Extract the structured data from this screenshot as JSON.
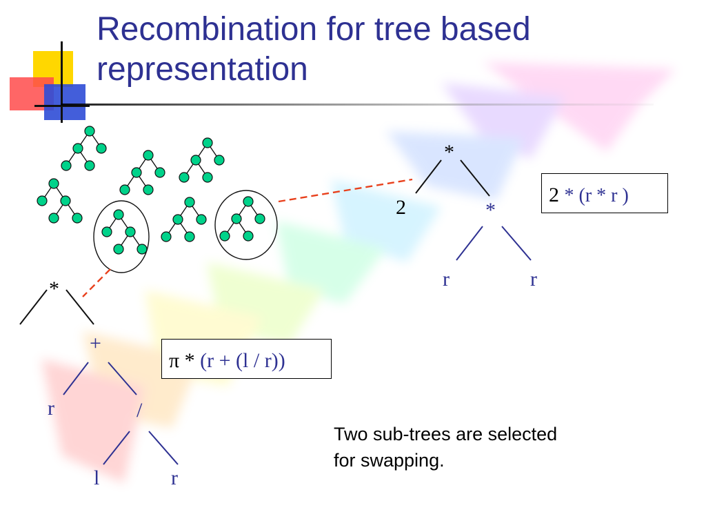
{
  "title": {
    "line1": "Recombination for tree based",
    "line2": "representation"
  },
  "caption": {
    "line1": "Two sub-trees are selected",
    "line2": "for swapping."
  },
  "tree_right": {
    "root": "*",
    "left": "2",
    "right_op": "*",
    "leaf_left": "r",
    "leaf_right": "r"
  },
  "tree_left": {
    "root": "*",
    "plus": "+",
    "leaf_r": "r",
    "div": "/",
    "leaf_one": "l",
    "leaf_r2": "r"
  },
  "formula_right": {
    "part1": "2",
    "part2": "* (r * r )"
  },
  "formula_left": {
    "part1": "π *",
    "part2": "(r + (l / r))"
  },
  "colors": {
    "title": "#2e3192",
    "node_fill": "#00d28a",
    "dashed_link": "#e8401c",
    "accent_yellow": "#ffd700",
    "accent_red": "#ff3b3b",
    "accent_blue": "#2f4cd6"
  }
}
